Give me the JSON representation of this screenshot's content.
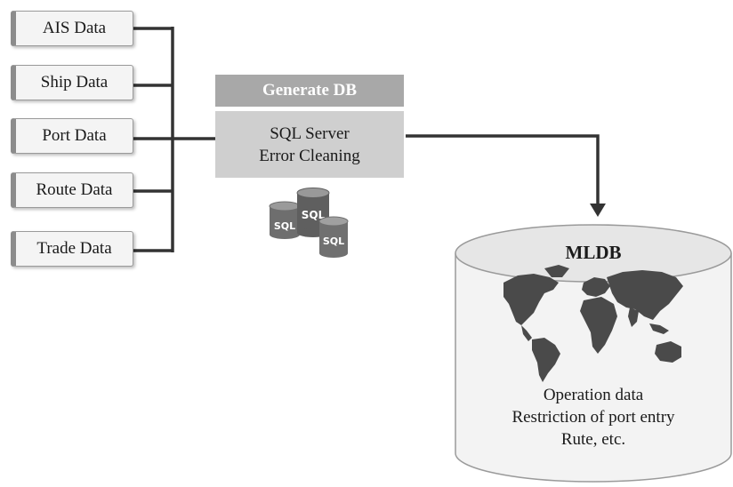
{
  "sources": [
    {
      "label": "AIS Data"
    },
    {
      "label": "Ship Data"
    },
    {
      "label": "Port Data"
    },
    {
      "label": "Route Data"
    },
    {
      "label": "Trade Data"
    }
  ],
  "generate": {
    "header": "Generate DB",
    "lines": [
      "SQL Server",
      "Error Cleaning"
    ],
    "icon_label": "SQL"
  },
  "mldb": {
    "title": "MLDB",
    "lines": [
      "Operation data",
      "Restriction of port entry",
      "Rute, etc."
    ]
  },
  "colors": {
    "line": "#333333",
    "header_bg": "#a8a8a8",
    "body_bg": "#cfcfcf",
    "map": "#4a4a4a"
  }
}
